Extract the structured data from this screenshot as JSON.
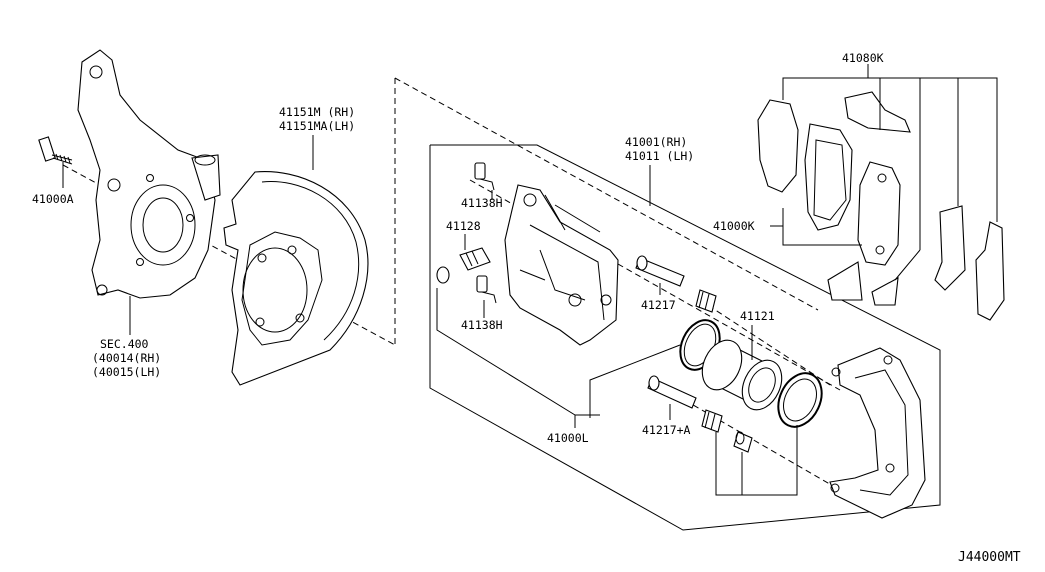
{
  "labels": {
    "p41080K": "41080K",
    "p41151M": "41151M (RH)",
    "p41151MA": "41151MA(LH)",
    "p41001": "41001(RH)",
    "p41011": "41011 (LH)",
    "p41000A": "41000A",
    "p41138H_top": "41138H",
    "p41128": "41128",
    "p41138H_bot": "41138H",
    "p41217": "41217",
    "p41121": "41121",
    "p41000K": "41000K",
    "sec400": "SEC.400",
    "p40014": "(40014(RH)",
    "p40015": "(40015(LH)",
    "p41000L": "41000L",
    "p41217A": "41217+A",
    "diagram_ref": "J44000MT"
  }
}
